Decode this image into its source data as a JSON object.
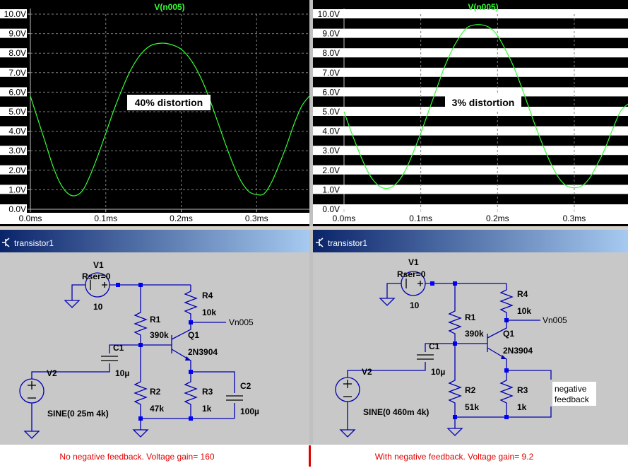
{
  "panels": [
    {
      "trace_title": "V(n005)",
      "annotation": "40% distortion",
      "tab_title": "transistor1",
      "caption": "No negative feedback. Voltage gain= 160",
      "schematic": {
        "v1_name": "V1",
        "v1_param": "Rser=0",
        "v1_value": "10",
        "v2_name": "V2",
        "v2_value": "SINE(0 25m 4k)",
        "r1_name": "R1",
        "r1_value": "390k",
        "r2_name": "R2",
        "r2_value": "47k",
        "r3_name": "R3",
        "r3_value": "1k",
        "r4_name": "R4",
        "r4_value": "10k",
        "c1_name": "C1",
        "c1_value": "10µ",
        "c2_name": "C2",
        "c2_value": "100µ",
        "q1_name": "Q1",
        "q1_value": "2N3904",
        "out_label": "Vn005"
      }
    },
    {
      "trace_title": "V(n005)",
      "annotation": "3% distortion",
      "tab_title": "transistor1",
      "caption": "With negative feedback. Voltage gain= 9.2",
      "schematic": {
        "v1_name": "V1",
        "v1_param": "Rser=0",
        "v1_value": "10",
        "v2_name": "V2",
        "v2_value": "SINE(0 460m 4k)",
        "r1_name": "R1",
        "r1_value": "390k",
        "r2_name": "R2",
        "r2_value": "51k",
        "r3_name": "R3",
        "r3_value": "1k",
        "r4_name": "R4",
        "r4_value": "10k",
        "c1_name": "C1",
        "c1_value": "10µ",
        "q1_name": "Q1",
        "q1_value": "2N3904",
        "out_label": "Vn005",
        "note_line1": "negative",
        "note_line2": "feedback"
      }
    }
  ],
  "chart_data": [
    {
      "type": "line",
      "title": "V(n005)",
      "xlabel": "",
      "ylabel": "",
      "xlim": [
        0,
        0.37
      ],
      "ylim": [
        0,
        10
      ],
      "x_ticks": [
        "0.0ms",
        "0.1ms",
        "0.2ms",
        "0.3ms"
      ],
      "y_ticks": [
        "0.0V",
        "1.0V",
        "2.0V",
        "3.0V",
        "4.0V",
        "5.0V",
        "6.0V",
        "7.0V",
        "8.0V",
        "9.0V",
        "10.0V"
      ],
      "grid": true,
      "line_color": "#33ff33",
      "series": [
        {
          "x": [
            0,
            0.01,
            0.02,
            0.03,
            0.04,
            0.05,
            0.06,
            0.07,
            0.08,
            0.09,
            0.1,
            0.11,
            0.12,
            0.13,
            0.14,
            0.15,
            0.16,
            0.17,
            0.18,
            0.19,
            0.2,
            0.21,
            0.22,
            0.23,
            0.24,
            0.25,
            0.26,
            0.27,
            0.28,
            0.29,
            0.3,
            0.31,
            0.32,
            0.33,
            0.34,
            0.35,
            0.36,
            0.37
          ],
          "values": [
            5.8,
            4.6,
            3.4,
            2.2,
            1.3,
            0.8,
            0.7,
            1.0,
            1.8,
            2.8,
            3.9,
            5.0,
            6.0,
            6.9,
            7.6,
            8.1,
            8.4,
            8.5,
            8.5,
            8.4,
            8.2,
            7.8,
            7.2,
            6.4,
            5.4,
            4.3,
            3.2,
            2.2,
            1.4,
            0.9,
            0.75,
            0.8,
            1.4,
            2.3,
            3.3,
            4.4,
            5.3,
            5.8
          ]
        }
      ]
    },
    {
      "type": "line",
      "title": "V(n005)",
      "xlabel": "",
      "ylabel": "",
      "xlim": [
        0,
        0.37
      ],
      "ylim": [
        0,
        10
      ],
      "x_ticks": [
        "0.0ms",
        "0.1ms",
        "0.2ms",
        "0.3ms"
      ],
      "y_ticks": [
        "0.0V",
        "1.0V",
        "2.0V",
        "3.0V",
        "4.0V",
        "5.0V",
        "6.0V",
        "7.0V",
        "8.0V",
        "9.0V",
        "10.0V"
      ],
      "grid": true,
      "line_color": "#33ff33",
      "series": [
        {
          "x": [
            0,
            0.01,
            0.02,
            0.03,
            0.04,
            0.05,
            0.06,
            0.07,
            0.08,
            0.09,
            0.1,
            0.11,
            0.12,
            0.13,
            0.14,
            0.15,
            0.16,
            0.17,
            0.18,
            0.19,
            0.2,
            0.21,
            0.22,
            0.23,
            0.24,
            0.25,
            0.26,
            0.27,
            0.28,
            0.29,
            0.3,
            0.31,
            0.32,
            0.33,
            0.34,
            0.35,
            0.36,
            0.37
          ],
          "values": [
            5.0,
            3.9,
            2.9,
            2.0,
            1.4,
            1.1,
            1.1,
            1.4,
            2.0,
            2.9,
            3.9,
            5.0,
            6.1,
            7.2,
            8.1,
            8.8,
            9.3,
            9.45,
            9.45,
            9.3,
            8.9,
            8.2,
            7.4,
            6.4,
            5.3,
            4.2,
            3.2,
            2.3,
            1.6,
            1.2,
            1.1,
            1.2,
            1.6,
            2.3,
            3.1,
            4.1,
            5.0,
            5.4
          ]
        }
      ]
    }
  ]
}
